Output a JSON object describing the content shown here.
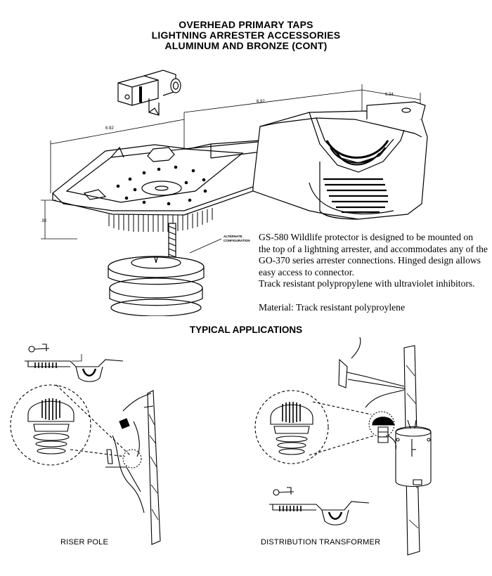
{
  "title": {
    "line1": "OVERHEAD PRIMARY TAPS",
    "line2": "LIGHTNING ARRESTER ACCESSORIES",
    "line3": "ALUMINUM AND BRONZE (CONT)"
  },
  "drawing": {
    "dim_length": "6.92",
    "dim_width": "6.34",
    "dim_side": "6.92",
    "dim_height": ".92",
    "callout_line1": "ALTERNATE",
    "callout_line2": "CONFIGURATION"
  },
  "description": {
    "para1_line1": "GS-580 Wildlife protector is designed to be mounted on",
    "para1_line2": "the top of a lightning arrester, and accommodates any of the",
    "para1_line3": "GO-370 series arrester connections. Hinged design allows",
    "para1_line4": "easy access to connector.",
    "para2": "Track resistant polypropylene with ultraviolet inhibitors.",
    "material": "Material:  Track resistant polyproylene"
  },
  "applications": {
    "heading": "TYPICAL APPLICATIONS",
    "left_caption": "RISER POLE",
    "right_caption": "DISTRIBUTION TRANSFORMER"
  }
}
